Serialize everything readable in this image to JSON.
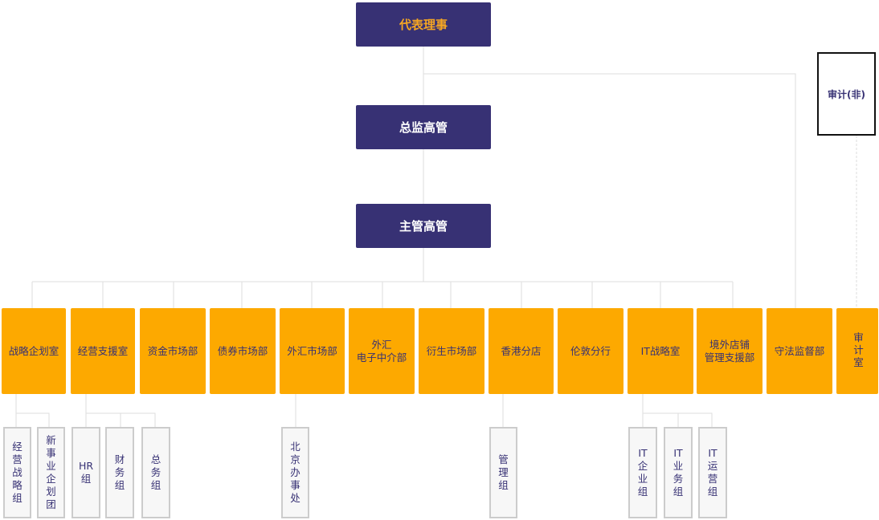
{
  "executives": [
    "代表理事",
    "总监高管",
    "主管高管"
  ],
  "audit_box": "审计(非)",
  "departments": [
    "战略企划室",
    "经营支援室",
    "资金市场部",
    "债券市场部",
    "外汇市场部",
    "外汇\n电子中介部",
    "衍生市场部",
    "香港分店",
    "伦敦分行",
    "IT战略室",
    "境外店铺\n管理支援部",
    "守法监督部",
    "审计室"
  ],
  "sub_units": [
    "经\n营\n战\n略\n组",
    "新\n事\n业\n企\n划\n团",
    "HR\n组",
    "财\n务\n组",
    "总\n务\n组",
    "北\n京\n办\n事\n处",
    "管\n理\n组",
    "IT\n企\n业\n组",
    "IT\n业\n务\n组",
    "IT\n运\n营\n组"
  ],
  "colors": {
    "executive": "#373174",
    "department": "#fda900",
    "sub_unit": "#f7f7f7"
  }
}
